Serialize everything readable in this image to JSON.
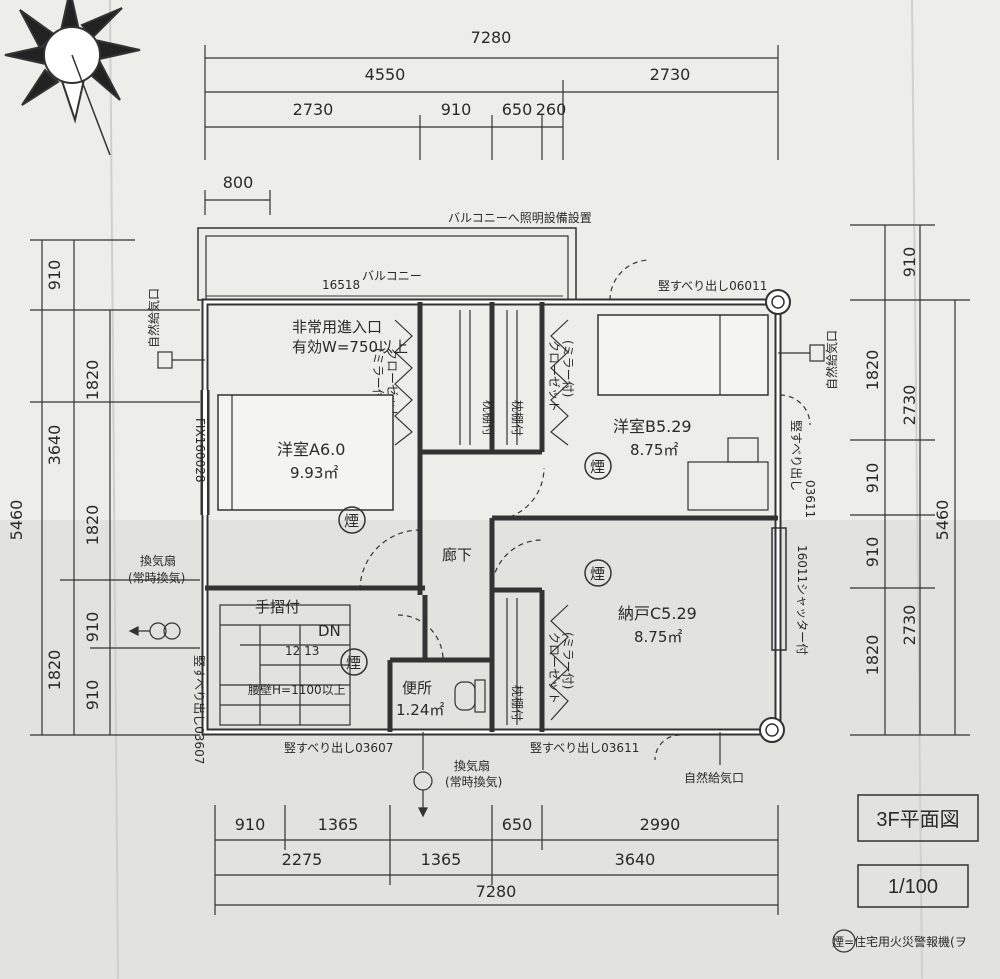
{
  "sheet": {
    "title": "3F平面図",
    "scale": "1/100",
    "legend": "煙=住宅用火災警報機(ヲ"
  },
  "dimensions": {
    "top_total": "7280",
    "top_row1": [
      "4550",
      "2730"
    ],
    "top_row2": [
      "2730",
      "910",
      "650",
      "260"
    ],
    "balcony_width": "800",
    "left_outer": "5460",
    "left_mid": [
      "910",
      "3640",
      "1820"
    ],
    "left_inner": [
      "1820",
      "1820",
      "910",
      "910"
    ],
    "right_outer": "5460",
    "right_mid": [
      "910",
      "2730",
      "2730"
    ],
    "right_inner": [
      "1820",
      "910",
      "910",
      "1820"
    ],
    "bottom_row1": [
      "910",
      "1365",
      "650",
      "2990"
    ],
    "bottom_row2": [
      "2275",
      "1365",
      "3640"
    ],
    "bottom_total": "7280"
  },
  "rooms": {
    "room_a": {
      "name": "洋室A6.0",
      "area": "9.93㎡"
    },
    "room_b": {
      "name": "洋室B5.29",
      "area": "8.75㎡"
    },
    "storage_c": {
      "name": "納戸C5.29",
      "area": "8.75㎡"
    },
    "hall": {
      "name": "廊下"
    },
    "toilet": {
      "name": "便所",
      "area": "1.24㎡"
    },
    "balcony": {
      "name": "バルコニー",
      "code": "16518"
    }
  },
  "annotations": {
    "balcony_light": "バルコニーへ照明設備設置",
    "emergency_entry": "非常用進入口",
    "emergency_width": "有効W=750以上",
    "natural_intake_left": "自然給気口",
    "natural_intake_right": "自然給気口",
    "natural_intake_bottom": "自然給気口",
    "fix_window": "FIX160028",
    "fan_left": "換気扇",
    "fan_left_sub": "(常時換気)",
    "fan_bottom": "換気扇",
    "fan_bottom_sub": "(常時換気)",
    "handrail": "手摺付",
    "down": "DN",
    "steps": "12 13",
    "wainscot": "腰壁H=1100以上",
    "drain_top": "竪すべり出し06011",
    "drain_right": "竪すべり出し",
    "drain_right_code": "03611",
    "drain_left": "竪すべり出し03607",
    "drain_bottom_left": "竪すべり出し03607",
    "drain_bottom_right": "竪すべり出し03611",
    "shutter": "16011シャッター付",
    "closet": "クローゼット",
    "closet_sub": "(ミラー付)",
    "shelf": "枕棚付",
    "smoke": "煙"
  }
}
